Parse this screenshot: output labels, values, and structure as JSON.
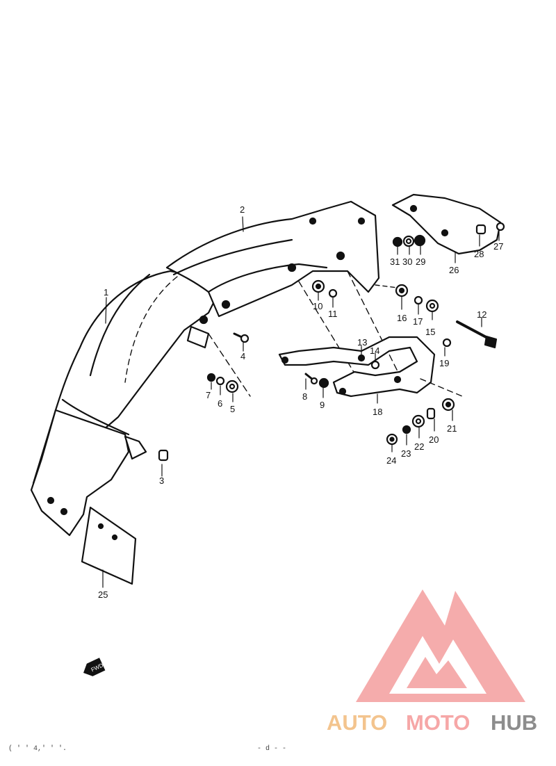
{
  "labels": [
    {
      "n": "1"
    },
    {
      "n": "2"
    },
    {
      "n": "3"
    },
    {
      "n": "4"
    },
    {
      "n": "5"
    },
    {
      "n": "6"
    },
    {
      "n": "7"
    },
    {
      "n": "8"
    },
    {
      "n": "9"
    },
    {
      "n": "10"
    },
    {
      "n": "11"
    },
    {
      "n": "12"
    },
    {
      "n": "13"
    },
    {
      "n": "14"
    },
    {
      "n": "15"
    },
    {
      "n": "16"
    },
    {
      "n": "17"
    },
    {
      "n": "18"
    },
    {
      "n": "19"
    },
    {
      "n": "20"
    },
    {
      "n": "21"
    },
    {
      "n": "22"
    },
    {
      "n": "23"
    },
    {
      "n": "24"
    },
    {
      "n": "25"
    },
    {
      "n": "26"
    },
    {
      "n": "27"
    },
    {
      "n": "28"
    },
    {
      "n": "29"
    },
    {
      "n": "30"
    },
    {
      "n": "31"
    }
  ],
  "fwd_marker": "FWD",
  "watermark": {
    "part1": "AUTO",
    "part2": "MOTO",
    "part3": "HUB",
    "colors": {
      "triangle": "#f4a3a3",
      "auto": "#f3c48e",
      "moto": "#f6a7a7",
      "hub": "#8d8d8d"
    }
  },
  "footer": {
    "left": "( ' ' 4,' ' '.",
    "right": "- d - -"
  }
}
